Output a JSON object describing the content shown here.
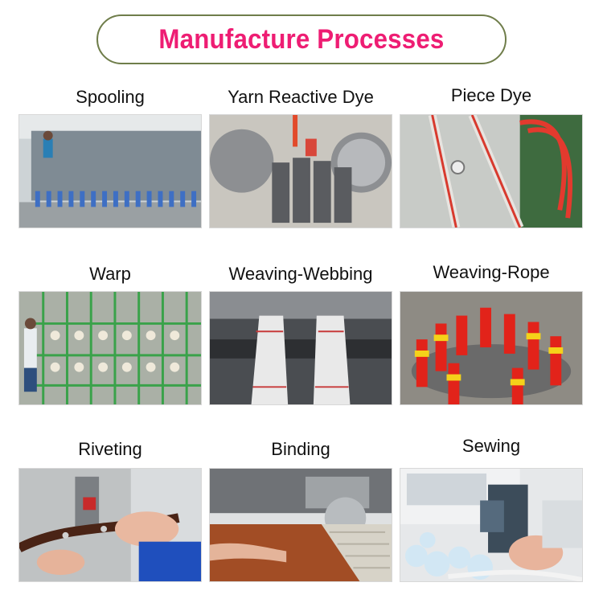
{
  "title": "Manufacture Processes",
  "processes": [
    {
      "label": "Spooling"
    },
    {
      "label": "Yarn Reactive Dye"
    },
    {
      "label": "Piece Dye"
    },
    {
      "label": "Warp"
    },
    {
      "label": "Weaving-Webbing"
    },
    {
      "label": "Weaving-Rope"
    },
    {
      "label": "Riveting"
    },
    {
      "label": "Binding"
    },
    {
      "label": "Sewing"
    }
  ],
  "colors": {
    "title_text": "#ee1d73",
    "title_border": "#6f7d4a"
  }
}
